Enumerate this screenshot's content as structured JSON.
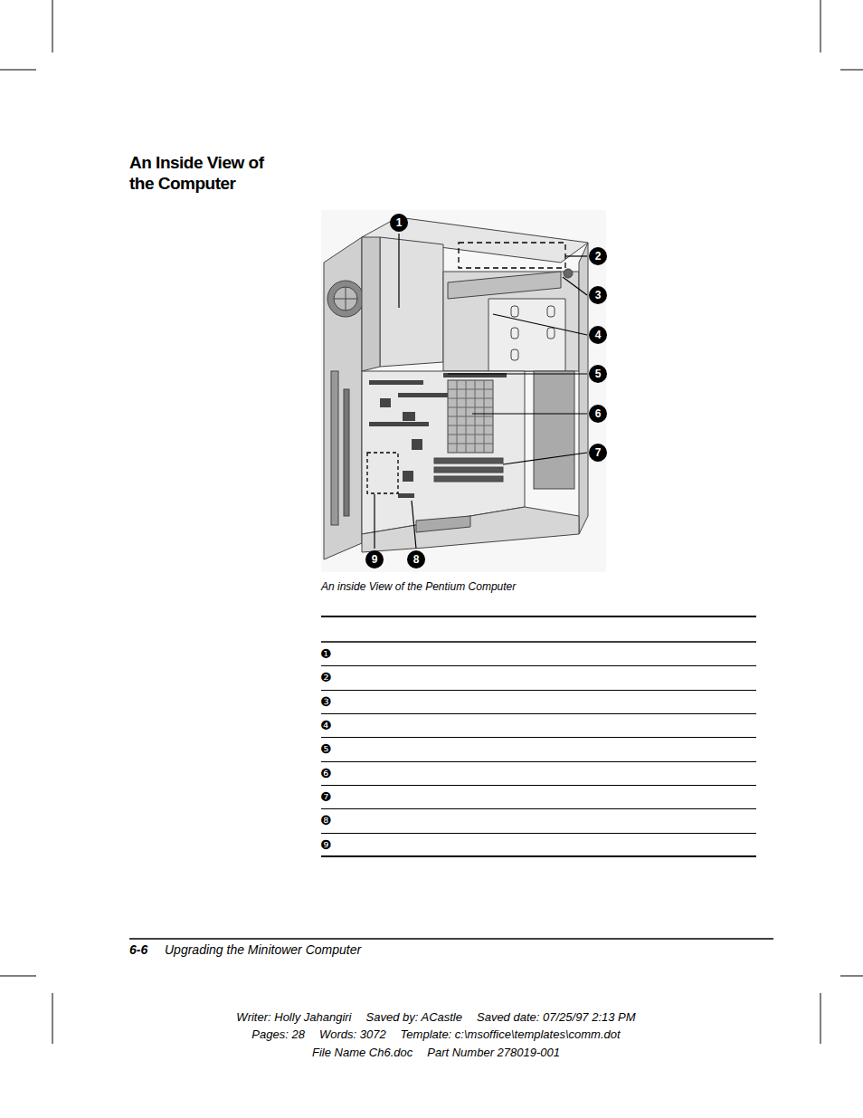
{
  "diagram": {
    "title": "An Inside View of the Computer",
    "caption": "An inside View of the Pentium Computer",
    "labels": [
      "1",
      "2",
      "3",
      "4",
      "5",
      "6",
      "7",
      "8",
      "9",
      "❶",
      "❷",
      "❸",
      "❹",
      "❺",
      "❻",
      "❼",
      "❽",
      "❾",
      "6-6",
      "Upgrading the Minitower Computer",
      "Writer: Holly Jahangiri",
      "Saved by: ACastle",
      "Saved date: 07/25/97 2:13 PM",
      "Pages: 28",
      "Words: 3072",
      "Template: c:\\msoffice\\templates\\comm.dot",
      "File Name Ch6.doc",
      "Part Number 278019-001"
    ]
  }
}
